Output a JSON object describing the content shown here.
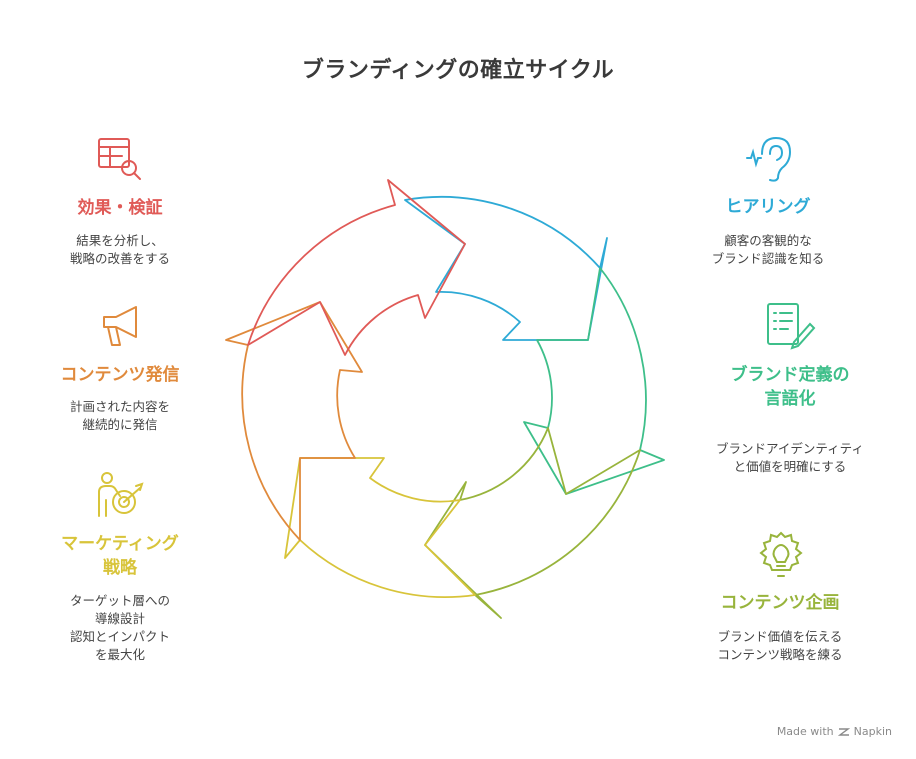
{
  "title": "ブランディングの確立サイクル",
  "colors": {
    "red": "#e05a57",
    "orange": "#e08a3c",
    "yellow": "#d8c43a",
    "olive": "#98b43c",
    "green": "#3ebf8a",
    "blue": "#2eaad6"
  },
  "stages": {
    "effect": {
      "label": "効果・検証",
      "desc": [
        "結果を分析し、",
        "戦略の改善をする"
      ],
      "icon": "report-search-icon"
    },
    "content_dist": {
      "label": "コンテンツ発信",
      "desc": [
        "計画された内容を",
        "継続的に発信"
      ],
      "icon": "megaphone-icon"
    },
    "marketing": {
      "label": [
        "マーケティング",
        "戦略"
      ],
      "desc": [
        "ターゲット層への",
        "導線設計",
        "認知とインパクト",
        "を最大化"
      ],
      "icon": "person-target-icon"
    },
    "hearing": {
      "label": "ヒアリング",
      "desc": [
        "顧客の客観的な",
        "ブランド認識を知る"
      ],
      "icon": "ear-icon"
    },
    "brand_def": {
      "label": [
        "ブランド定義の",
        "言語化"
      ],
      "desc": [
        "ブランドアイデンティティ",
        "と価値を明確にする"
      ],
      "icon": "document-pen-icon"
    },
    "content_plan": {
      "label": "コンテンツ企画",
      "desc": [
        "ブランド価値を伝える",
        "コンテンツ戦略を練る"
      ],
      "icon": "lightbulb-gear-icon"
    }
  },
  "footer": {
    "made_with": "Made with",
    "brand": "Napkin"
  }
}
